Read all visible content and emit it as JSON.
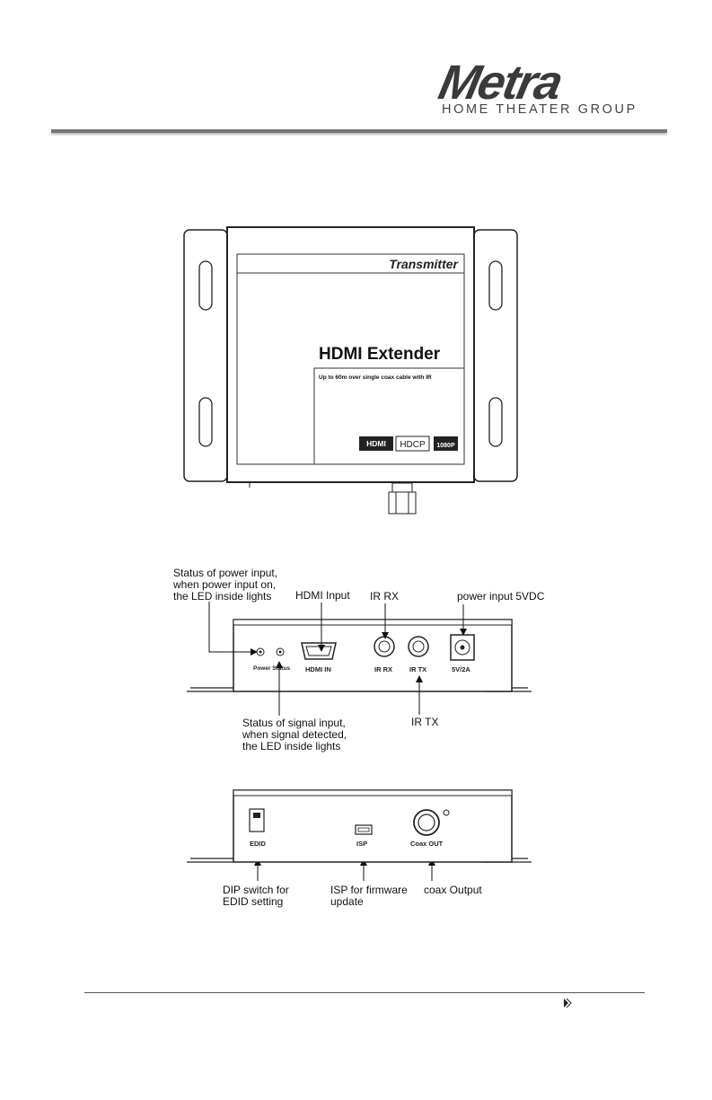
{
  "brand": {
    "logo_word": "Metra",
    "logo_sub": "HOME THEATER GROUP"
  },
  "top_view": {
    "label": "Transmitter",
    "title": "HDMI Extender",
    "subtitle": "Up to 60m over single coax cable with IR",
    "badges": [
      "HDMI",
      "HDCP",
      "1080P"
    ]
  },
  "front_panel": {
    "ports": [
      "Power Status",
      "HDMI IN",
      "IR RX",
      "IR TX",
      "5V/2A"
    ],
    "callouts": {
      "power_status": [
        "Status of power input,",
        "when power input on,",
        "the LED inside lights"
      ],
      "hdmi_input": "HDMI Input",
      "ir_rx": "IR RX",
      "power_input": "power input 5VDC",
      "signal_status": [
        "Status of signal input,",
        "when signal detected,",
        "the LED inside lights"
      ],
      "ir_tx": "IR TX"
    }
  },
  "rear_panel": {
    "ports": [
      "EDID",
      "ISP",
      "Coax OUT"
    ],
    "callouts": {
      "dip_switch": [
        "DIP switch for",
        "EDID setting"
      ],
      "isp": [
        "ISP for firmware",
        "update"
      ],
      "coax": "coax Output"
    }
  },
  "footer": {
    "arrow": "continue-arrow-icon"
  }
}
